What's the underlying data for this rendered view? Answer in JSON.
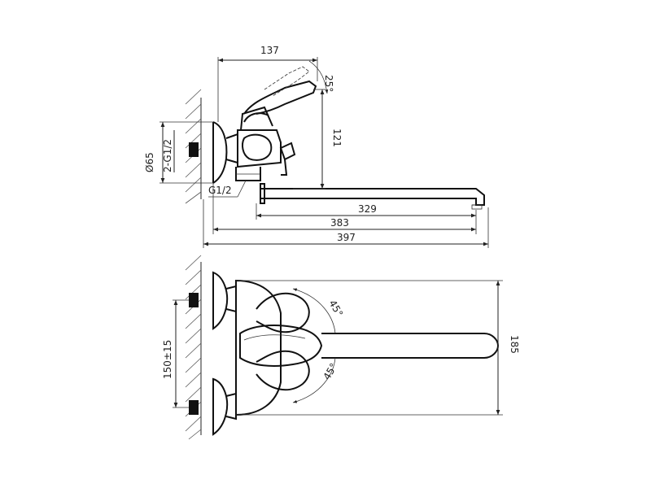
{
  "side_view": {
    "dim_137": "137",
    "dim_25deg": "25°",
    "dim_121": "121",
    "dim_65": "Ø65",
    "dim_2g12": "2-G1/2",
    "dim_g12": "G1/2",
    "dim_329": "329",
    "dim_383": "383",
    "dim_397": "397"
  },
  "top_view": {
    "dim_45_upper": "45°",
    "dim_45_lower": "45°",
    "dim_150": "150±15",
    "dim_185": "185"
  }
}
